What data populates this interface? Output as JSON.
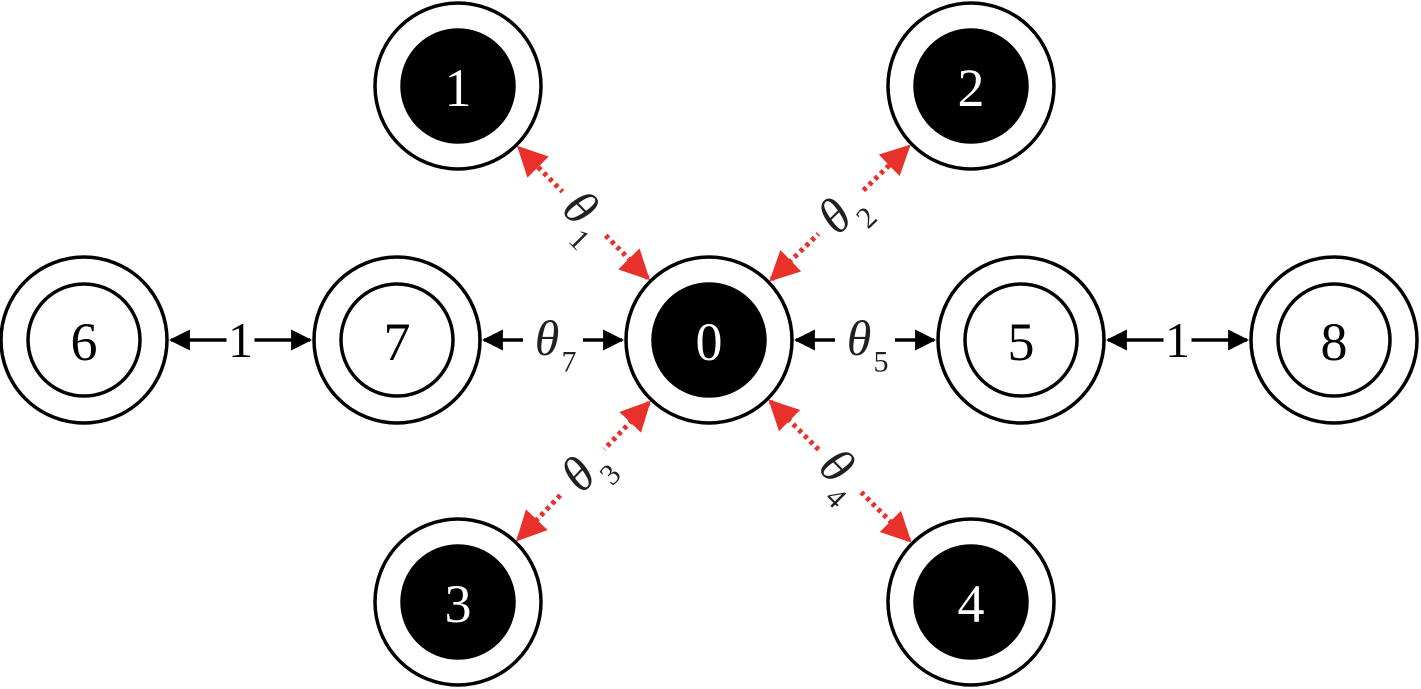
{
  "diagram": {
    "colors": {
      "ring": "#000000",
      "filled_node": "#000000",
      "filled_text": "#ffffff",
      "open_text": "#000000",
      "coupling_edge": "#e8312a",
      "link_edge": "#000000"
    },
    "nodes": [
      {
        "id": "0",
        "label": "0",
        "style": "filled"
      },
      {
        "id": "1",
        "label": "1",
        "style": "filled"
      },
      {
        "id": "2",
        "label": "2",
        "style": "filled"
      },
      {
        "id": "3",
        "label": "3",
        "style": "filled"
      },
      {
        "id": "4",
        "label": "4",
        "style": "filled"
      },
      {
        "id": "5",
        "label": "5",
        "style": "open"
      },
      {
        "id": "6",
        "label": "6",
        "style": "open"
      },
      {
        "id": "7",
        "label": "7",
        "style": "open"
      },
      {
        "id": "8",
        "label": "8",
        "style": "open"
      }
    ],
    "edges": [
      {
        "from": "0",
        "to": "1",
        "kind": "dotted-red",
        "label": "θ",
        "sub": "1"
      },
      {
        "from": "0",
        "to": "2",
        "kind": "dotted-red",
        "label": "θ",
        "sub": "2"
      },
      {
        "from": "0",
        "to": "3",
        "kind": "dotted-red",
        "label": "θ",
        "sub": "3"
      },
      {
        "from": "0",
        "to": "4",
        "kind": "dotted-red",
        "label": "θ",
        "sub": "4"
      },
      {
        "from": "0",
        "to": "5",
        "kind": "solid-black",
        "label": "θ",
        "sub": "5"
      },
      {
        "from": "0",
        "to": "7",
        "kind": "solid-black",
        "label": "θ",
        "sub": "7"
      },
      {
        "from": "7",
        "to": "6",
        "kind": "solid-black",
        "weight": "1"
      },
      {
        "from": "5",
        "to": "8",
        "kind": "solid-black",
        "weight": "1"
      }
    ]
  }
}
